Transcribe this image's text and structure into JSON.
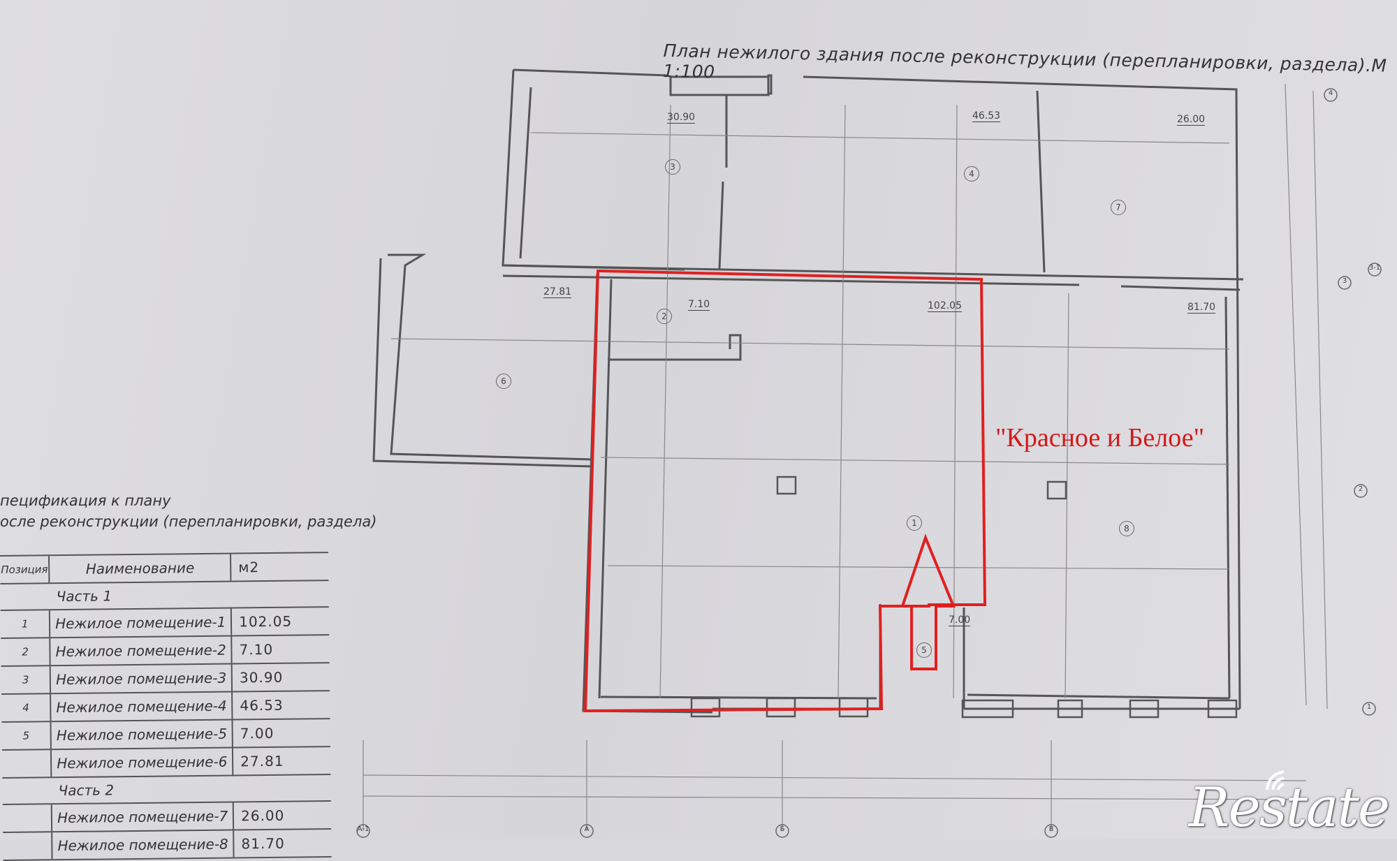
{
  "plan": {
    "title": "План нежилого здания после реконструкции (перепланировки, раздела).М 1:100",
    "annotation": "\"Красное и Белое\"",
    "room_areas": [
      "30.90",
      "46.53",
      "26.00",
      "27.81",
      "7.10",
      "102.05",
      "81.70",
      "7.00"
    ],
    "room_numbers": [
      "3",
      "4",
      "7",
      "6",
      "2",
      "1",
      "8",
      "5"
    ],
    "axis_labels": [
      "4",
      "3",
      "3-1",
      "2",
      "1",
      "А",
      "Б",
      "В",
      "А-1"
    ],
    "highlight_color": "#e02020"
  },
  "spec": {
    "title_line1": "пецификация к плану",
    "title_line2": "осле реконструкции (перепланировки, раздела)",
    "header": {
      "pos": "Позиция",
      "name": "Наименование",
      "area": "м2"
    },
    "part1": "Часть 1",
    "part2": "Часть 2",
    "rows_part1": [
      {
        "pos": "1",
        "name": "Нежилое помещение-1",
        "area": "102.05"
      },
      {
        "pos": "2",
        "name": "Нежилое помещение-2",
        "area": "7.10"
      },
      {
        "pos": "3",
        "name": "Нежилое помещение-3",
        "area": "30.90"
      },
      {
        "pos": "4",
        "name": "Нежилое помещение-4",
        "area": "46.53"
      },
      {
        "pos": "5",
        "name": "Нежилое помещение-5",
        "area": "7.00"
      },
      {
        "pos": "",
        "name": "Нежилое помещение-6",
        "area": "27.81"
      }
    ],
    "rows_part2": [
      {
        "pos": "",
        "name": "Нежилое помещение-7",
        "area": "26.00"
      },
      {
        "pos": "",
        "name": "Нежилое помещение-8",
        "area": "81.70"
      }
    ]
  },
  "logo": {
    "text": "Restate"
  }
}
